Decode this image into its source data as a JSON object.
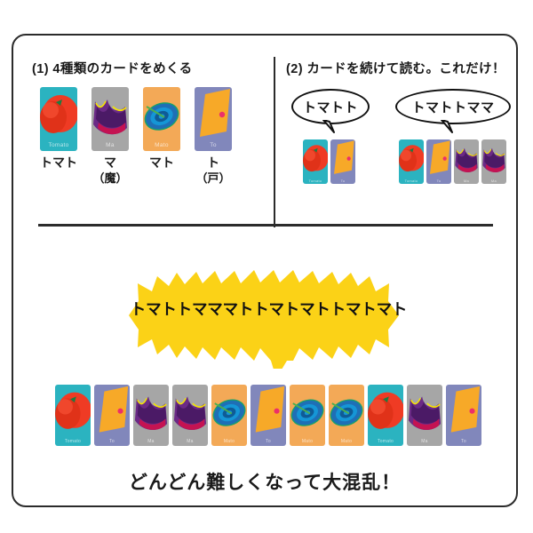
{
  "frame": {
    "border_color": "#2b2b2b"
  },
  "panel1": {
    "heading": "(1) 4種類のカードをめくる",
    "cards": [
      {
        "type": "tomato",
        "mini": "Tomato",
        "bg": "#2bb3c0"
      },
      {
        "type": "devil",
        "mini": "Ma",
        "bg": "#a6a6a6"
      },
      {
        "type": "target",
        "mini": "Mato",
        "bg": "#f3a957"
      },
      {
        "type": "door",
        "mini": "To",
        "bg": "#8187bb"
      }
    ],
    "labels": [
      {
        "main": "トマト",
        "sub": ""
      },
      {
        "main": "マ",
        "sub": "（魔）"
      },
      {
        "main": "マト",
        "sub": ""
      },
      {
        "main": "ト",
        "sub": "（戸）"
      }
    ]
  },
  "panel2": {
    "heading": "(2) カードを続けて読む。これだけ！",
    "examples": [
      {
        "bubble": "トマトト",
        "cards": [
          "tomato",
          "door"
        ]
      },
      {
        "bubble": "トマトトママ",
        "cards": [
          "tomato",
          "door",
          "devil",
          "devil"
        ]
      }
    ]
  },
  "bottom": {
    "starburst_text": "トマトトマママトトマトマトトマトマト",
    "starburst_color": "#fbd217",
    "cards": [
      "tomato",
      "door",
      "devil",
      "devil",
      "target",
      "door",
      "target",
      "target",
      "tomato",
      "devil",
      "door"
    ],
    "caption": "どんどん難しくなって大混乱！"
  },
  "card_art": {
    "tomato": {
      "bg": "#2bb3c0",
      "body": "#ef3b24",
      "shade": "#d93218",
      "leaf": "#1f7a3f",
      "mini": "Tomato"
    },
    "devil": {
      "bg": "#a6a6a6",
      "body": "#6b2a86",
      "dark": "#3d1452",
      "accent": "#e6177f",
      "line": "#f6e400",
      "mini": "Ma"
    },
    "target": {
      "bg": "#f3a957",
      "ring1": "#1f6fb5",
      "ring2": "#1596d6",
      "ring3": "#0f5b96",
      "edge": "#17a06b",
      "arrow": "#4caf50",
      "mini": "Mato"
    },
    "door": {
      "bg": "#8187bb",
      "panel": "#f7a928",
      "knob": "#ec2f6a",
      "mini": "To"
    }
  }
}
